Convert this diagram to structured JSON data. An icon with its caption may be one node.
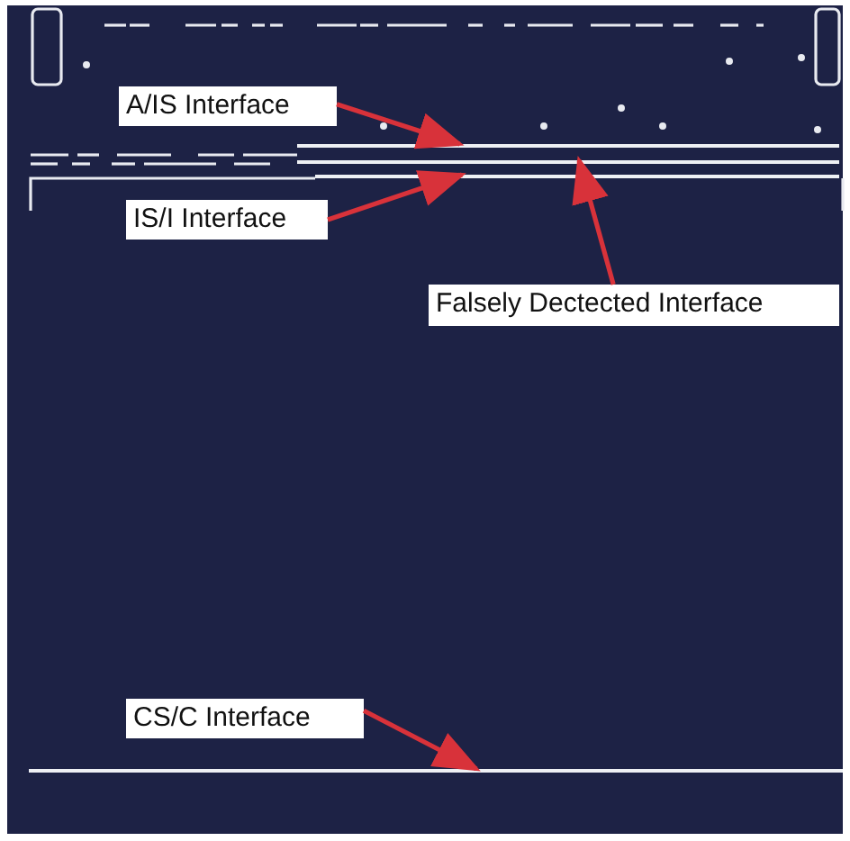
{
  "diagram": {
    "nodes": [
      {
        "text": [
          "A/IS Interface"
        ]
      },
      {
        "text": [],
        "shape": "line"
      },
      {
        "text": [
          "IS/I Interface"
        ]
      },
      {
        "text": [],
        "shape": "line"
      },
      {
        "text": [
          "Falsely Dectected Interface"
        ]
      },
      {
        "text": [],
        "shape": "line"
      },
      {
        "text": [
          "CS/C Interface"
        ]
      },
      {
        "text": [],
        "shape": "line"
      }
    ],
    "edges": [
      {
        "from": 0,
        "to": 1,
        "arrow": "to"
      },
      {
        "from": 2,
        "to": 5,
        "arrow": "to"
      },
      {
        "from": 4,
        "to": 3,
        "arrow": "to"
      },
      {
        "from": 6,
        "to": 7,
        "arrow": "to"
      }
    ]
  }
}
